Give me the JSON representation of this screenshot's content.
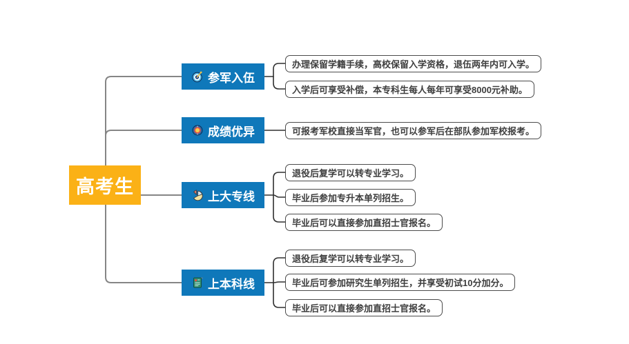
{
  "root": {
    "label": "高考生"
  },
  "branches": [
    {
      "label": "参军入伍",
      "icon": "target-icon",
      "children": [
        "办理保留学籍手续，高校保留入学资格，退伍两年内可入学。",
        "入学后可享受补偿，本专科生每人每年可享受8000元补助。"
      ]
    },
    {
      "label": "成绩优异",
      "icon": "medal-icon",
      "children": [
        "可报考军校直接当军官，也可以参军后在部队参加军校报考。"
      ]
    },
    {
      "label": "上大专线",
      "icon": "pie-chart-icon",
      "children": [
        "退役后复学可以转专业学习。",
        "毕业后参加专升本单列招生。",
        "毕业后可以直接参加直招士官报名。"
      ]
    },
    {
      "label": "上本科线",
      "icon": "document-icon",
      "children": [
        "退役后复学可以转专业学习。",
        "毕业后可参加研究生单列招生，并享受初试10分加分。",
        "毕业后可以直接参加直招士官报名。"
      ]
    }
  ],
  "colors": {
    "root_bg": "#FBB116",
    "branch_bg": "#0F78BA",
    "leaf_border": "#4a4a4a",
    "connector_gray": "#858585",
    "connector_dark": "#2e2e2e"
  }
}
